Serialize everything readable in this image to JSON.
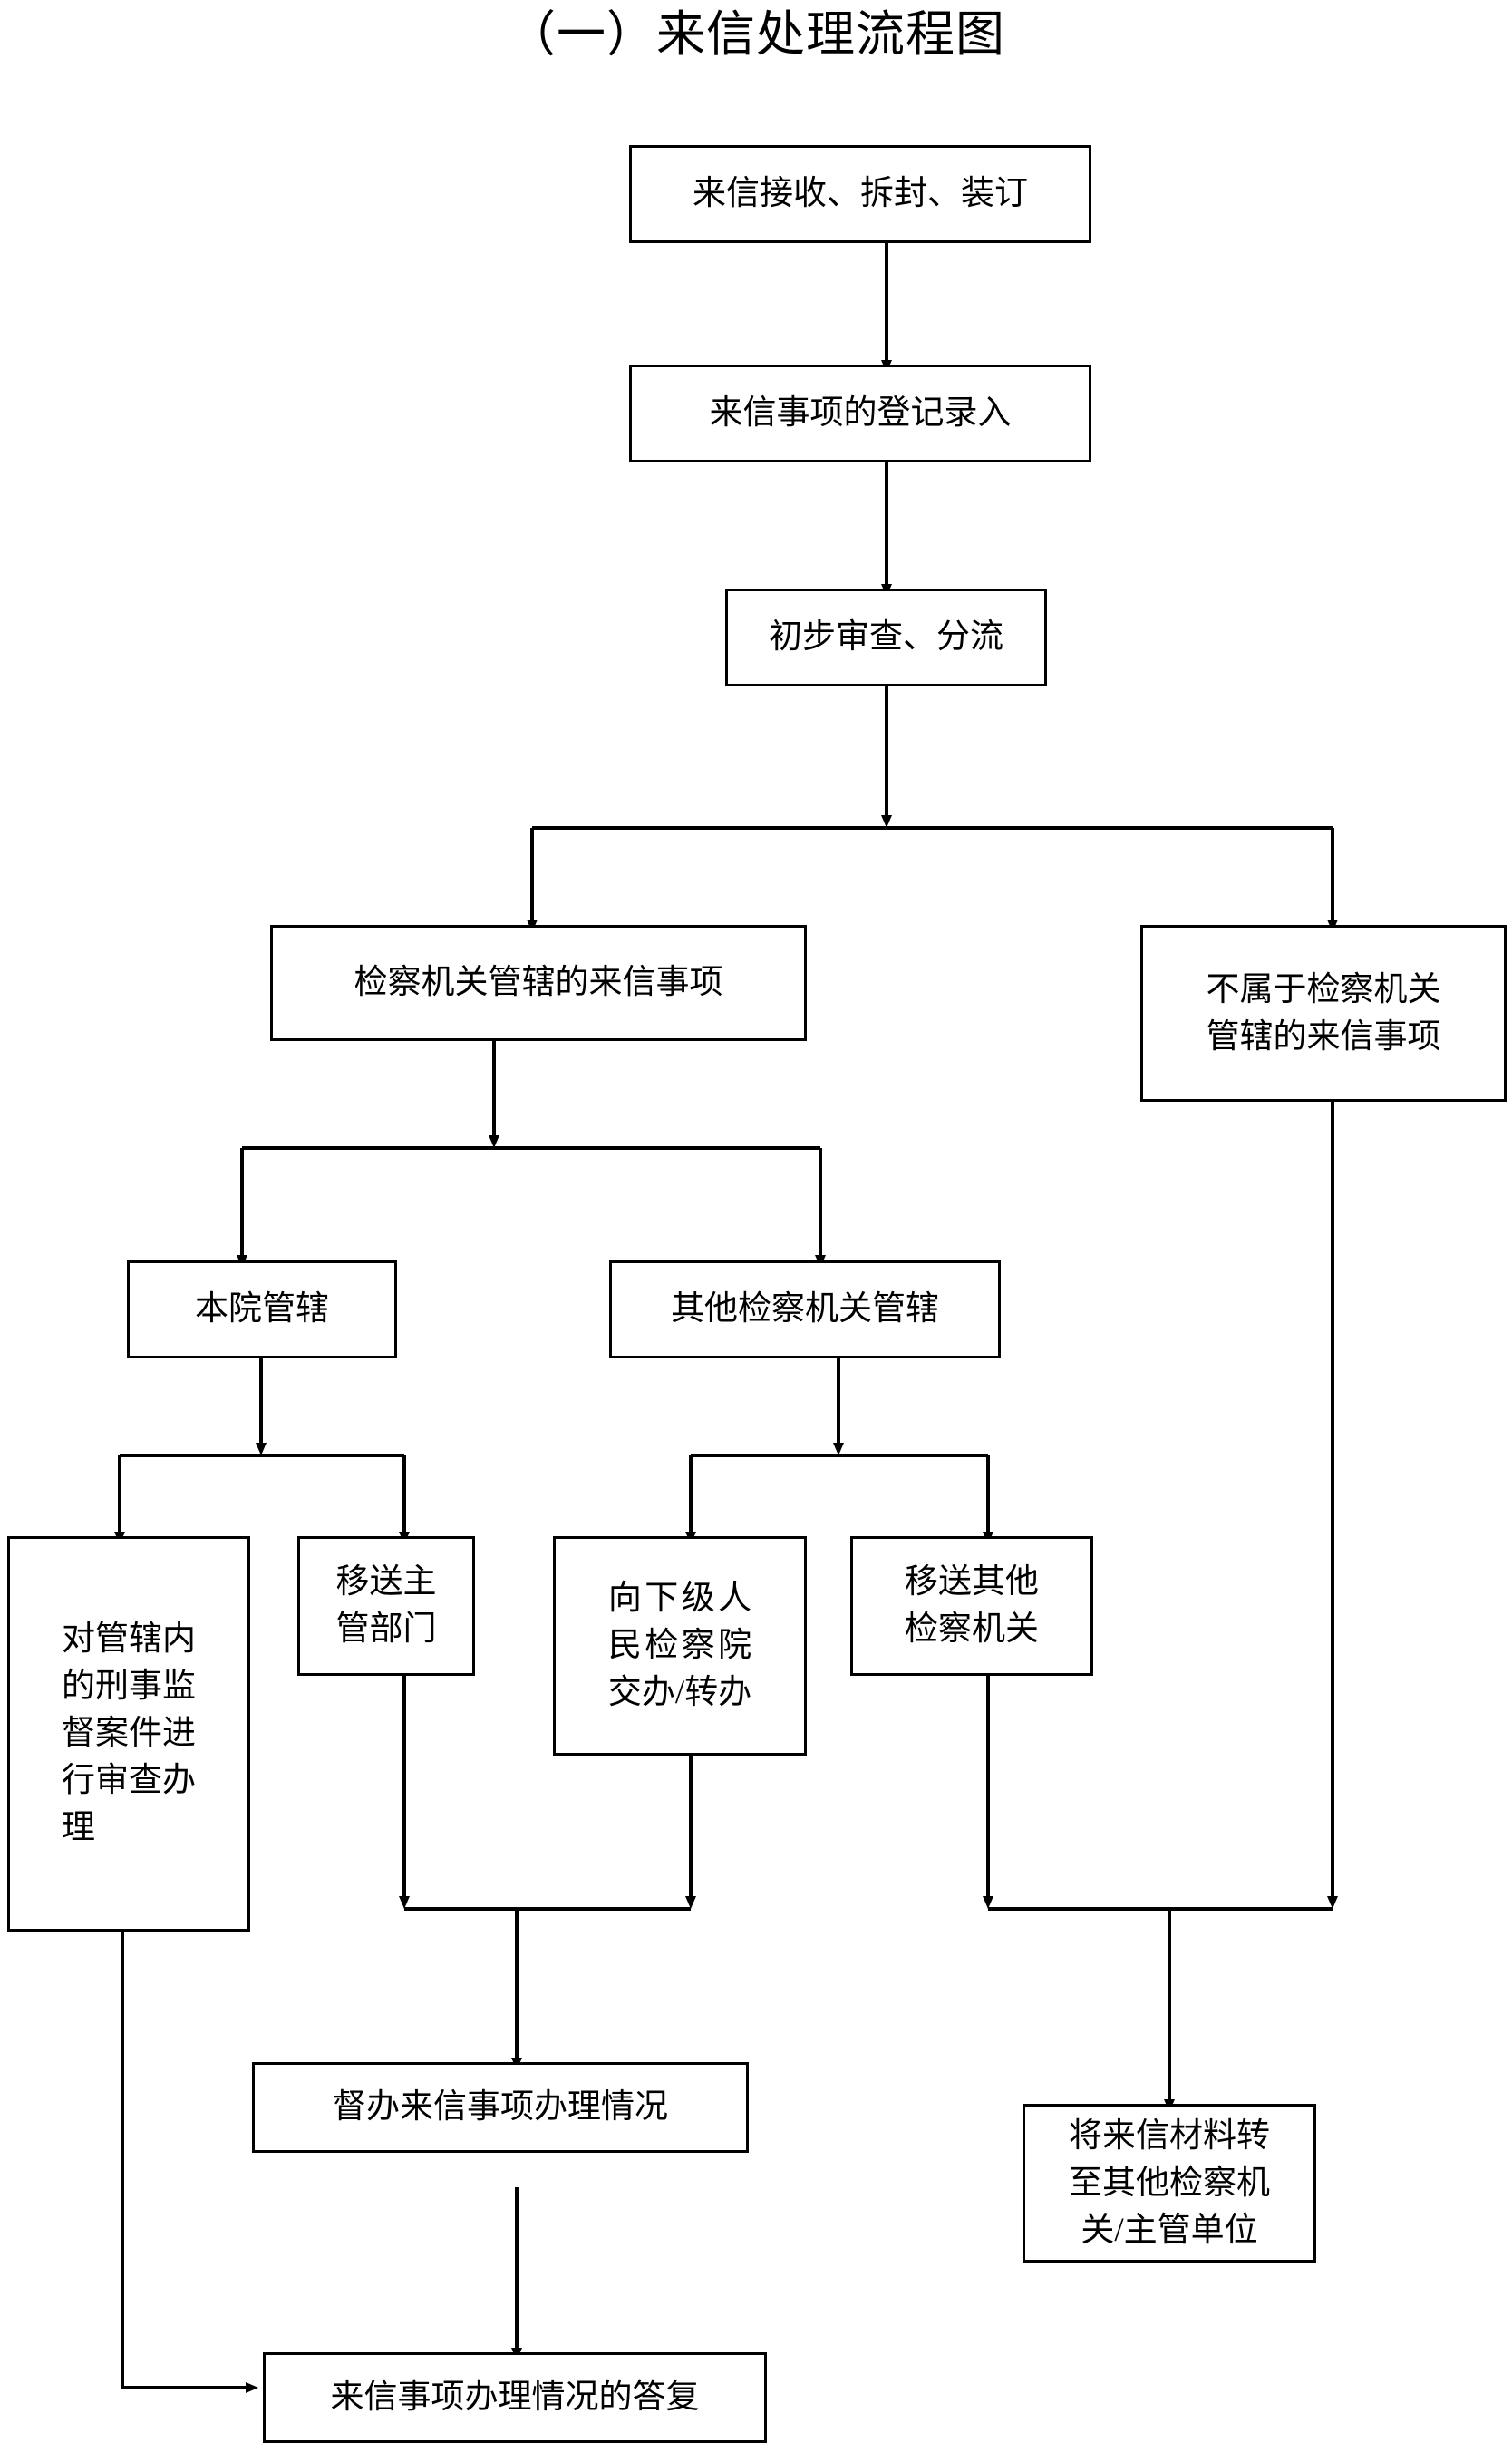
{
  "title": "（一）来信处理流程图",
  "diagram": {
    "type": "flowchart",
    "orientation": "top-down",
    "nodes": [
      {
        "id": "receive",
        "label": "来信接收、拆封、装订"
      },
      {
        "id": "register",
        "label": "来信事项的登记录入"
      },
      {
        "id": "review",
        "label": "初步审查、分流"
      },
      {
        "id": "in_scope",
        "label": "检察机关管辖的来信事项"
      },
      {
        "id": "out_scope",
        "label": "不属于检察机关\n管辖的来信事项"
      },
      {
        "id": "own_court",
        "label": "本院管辖"
      },
      {
        "id": "other_proc",
        "label": "其他检察机关管辖"
      },
      {
        "id": "handle_case",
        "label": "对管辖内\n的刑事监\n督案件进\n行审查办\n理"
      },
      {
        "id": "to_dept",
        "label": "移送主\n管部门"
      },
      {
        "id": "to_lower",
        "label": "向下级人\n民检察院\n交办/转办"
      },
      {
        "id": "to_other",
        "label": "移送其他\n检察机关"
      },
      {
        "id": "supervise",
        "label": "督办来信事项办理情况"
      },
      {
        "id": "transfer_mat",
        "label": "将来信材料转\n至其他检察机\n关/主管单位"
      },
      {
        "id": "reply",
        "label": "来信事项办理情况的答复"
      }
    ],
    "edges": [
      {
        "from": "receive",
        "to": "register"
      },
      {
        "from": "register",
        "to": "review"
      },
      {
        "from": "review",
        "to": "in_scope"
      },
      {
        "from": "review",
        "to": "out_scope"
      },
      {
        "from": "in_scope",
        "to": "own_court"
      },
      {
        "from": "in_scope",
        "to": "other_proc"
      },
      {
        "from": "own_court",
        "to": "handle_case"
      },
      {
        "from": "own_court",
        "to": "to_dept"
      },
      {
        "from": "other_proc",
        "to": "to_lower"
      },
      {
        "from": "other_proc",
        "to": "to_other"
      },
      {
        "from": "to_dept",
        "to": "supervise"
      },
      {
        "from": "to_lower",
        "to": "supervise"
      },
      {
        "from": "to_other",
        "to": "transfer_mat"
      },
      {
        "from": "out_scope",
        "to": "transfer_mat"
      },
      {
        "from": "supervise",
        "to": "reply"
      },
      {
        "from": "handle_case",
        "to": "reply"
      }
    ]
  },
  "colors": {
    "stroke": "#000000",
    "fill": "#ffffff",
    "text": "#000000"
  }
}
